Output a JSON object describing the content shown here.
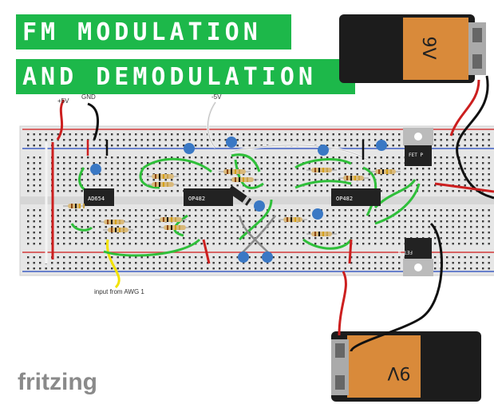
{
  "title": {
    "line1": "FM MODULATION",
    "line2": "AND DEMODULATION",
    "color": "#1db84a"
  },
  "labels": {
    "plus5v": "+5V",
    "gnd": "GND",
    "minus5v": "-5V",
    "input": "input from AWG 1"
  },
  "chips": {
    "ad654": "AD654",
    "op482_a": "OP482",
    "op482_b": "OP482"
  },
  "transistors": {
    "fet_p": "FET P",
    "fet_n": "FET N"
  },
  "batteries": {
    "top": "9V",
    "bottom": "9V"
  },
  "brand": "fritzing",
  "colors": {
    "breadboard": "#e6e6e6",
    "rail_red": "#d43a3a",
    "rail_blue": "#3f5fc4",
    "wire_green": "#2fbf3a",
    "wire_red": "#cc1f1f",
    "wire_black": "#111111",
    "wire_white": "#f4f4f4",
    "wire_yellow": "#f2e200",
    "capacitor": "#3a78c4",
    "battery_body": "#1c1c1c",
    "battery_label": "#d98a3a"
  }
}
